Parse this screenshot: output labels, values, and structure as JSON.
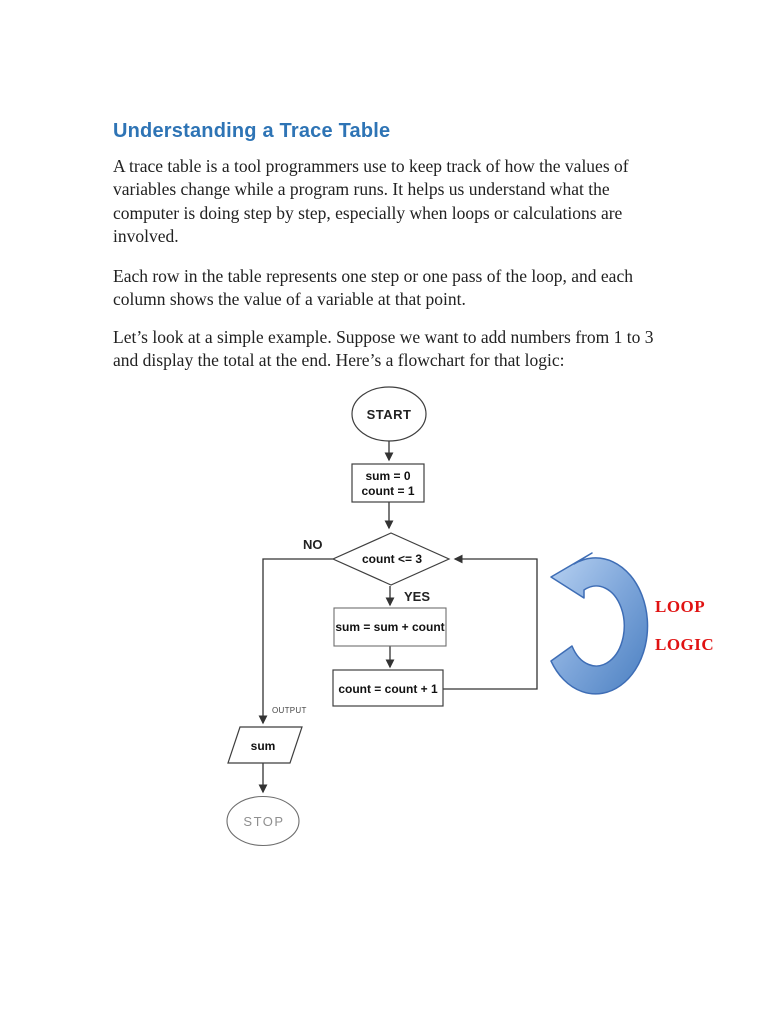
{
  "heading": {
    "text": "Understanding a Trace Table",
    "color": "#2E74B5"
  },
  "paragraphs": [
    "A trace table is a tool programmers use to keep track of how the values of variables change while a program runs. It helps us understand what the computer is doing step by step, especially when loops or calculations are involved.",
    "Each row in the table represents one step or one pass of the loop, and each column shows the value of a variable at that point.",
    "Let’s look at a simple example. Suppose we want to add numbers from 1 to 3 and display the total at the end. Here’s a flowchart for that logic:"
  ],
  "flowchart": {
    "start_label": "START",
    "init_line1": "sum = 0",
    "init_line2": "count = 1",
    "decision_label": "count <= 3",
    "no_label": "NO",
    "yes_label": "YES",
    "process_add_label": "sum = sum + count",
    "process_increment_label": "count = count + 1",
    "output_caption": "OUTPUT",
    "output_label": "sum",
    "stop_label": "STOP",
    "loop_annotation_line1": "LOOP",
    "loop_annotation_line2": "LOGIC",
    "loop_annotation_color": "#e01212",
    "loop_arrow_color_light": "#b3cdf0",
    "loop_arrow_color_dark": "#4a7fc1",
    "line_color": "#333333"
  }
}
